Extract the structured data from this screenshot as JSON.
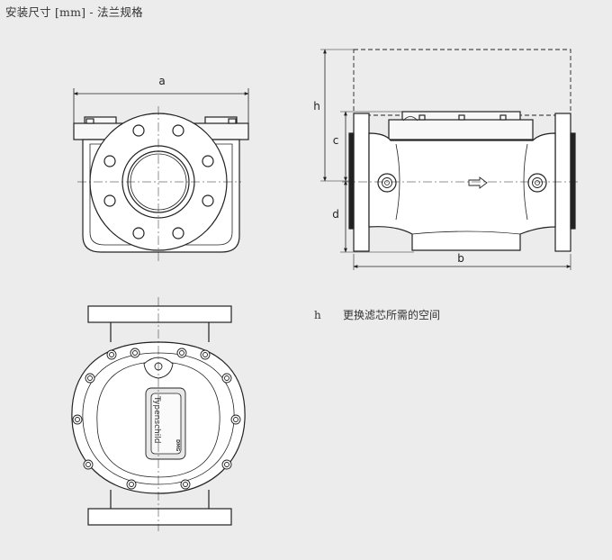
{
  "header": {
    "title": "安装尺寸 [mm] - 法兰规格"
  },
  "dimensions": {
    "a": "a",
    "b": "b",
    "c": "c",
    "d": "d",
    "h": "h"
  },
  "nameplate": {
    "text": "Typenschild",
    "logo": "DMG"
  },
  "legend": {
    "symbol": "h",
    "description": "更换滤芯所需的空间"
  }
}
